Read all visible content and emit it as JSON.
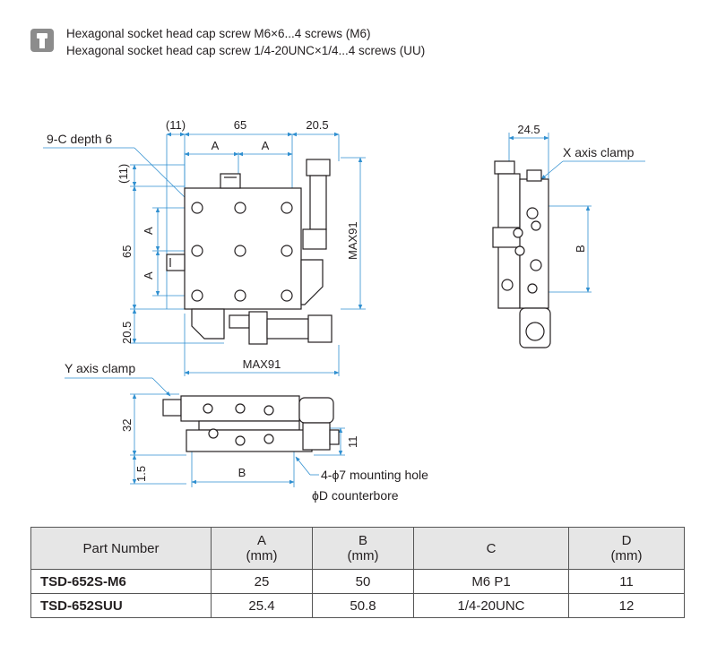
{
  "note": {
    "line1": "Hexagonal socket head cap screw M6×6...4 screws (M6)",
    "line2": "Hexagonal socket head cap screw 1/4-20UNC×1/4...4 screws (UU)"
  },
  "drawing": {
    "top_view": {
      "dim_11_top": "(11)",
      "dim_65_top": "65",
      "dim_20_5_top": "20.5",
      "dim_A_left": "A",
      "dim_A_right": "A",
      "dim_11_side": "(11)",
      "dim_A_upper": "A",
      "dim_A_lower": "A",
      "dim_65_side": "65",
      "dim_20_5_side": "20.5",
      "dim_max91_vert": "MAX91",
      "dim_max91_horiz": "MAX91",
      "callout_9c": "9-C depth 6"
    },
    "side_view": {
      "dim_24_5": "24.5",
      "dim_B": "B",
      "callout_x_clamp": "X axis clamp"
    },
    "front_view": {
      "callout_y_clamp": "Y axis clamp",
      "dim_32": "32",
      "dim_1_5": "1.5",
      "dim_11": "11",
      "dim_B": "B",
      "callout_mount": "4-ϕ7 mounting hole",
      "callout_counterbore": "ϕD counterbore"
    }
  },
  "table": {
    "headers": [
      {
        "label": "Part Number",
        "unit": ""
      },
      {
        "label": "A",
        "unit": "(mm)"
      },
      {
        "label": "B",
        "unit": "(mm)"
      },
      {
        "label": "C",
        "unit": ""
      },
      {
        "label": "D",
        "unit": "(mm)"
      }
    ],
    "rows": [
      [
        "TSD-652S-M6",
        "25",
        "50",
        "M6 P1",
        "11"
      ],
      [
        "TSD-652SUU",
        "25.4",
        "50.8",
        "1/4-20UNC",
        "12"
      ]
    ]
  }
}
